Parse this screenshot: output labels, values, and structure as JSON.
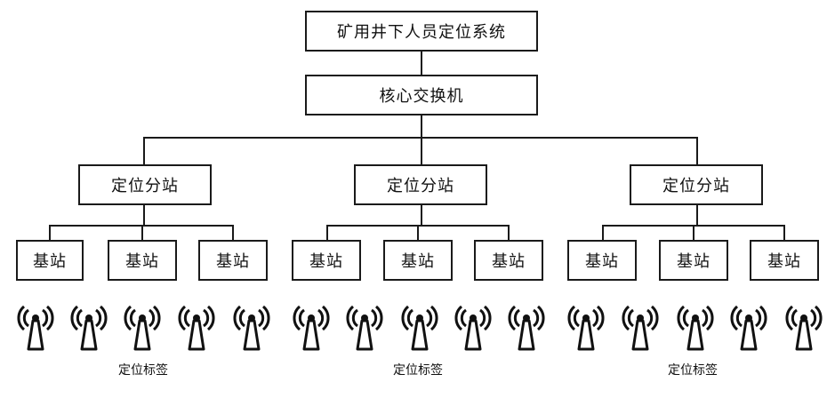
{
  "diagram": {
    "system_title": "矿用井下人员定位系统",
    "core_switch": "核心交换机",
    "groups": [
      {
        "substation": "定位分站",
        "base_stations": [
          "基站",
          "基站",
          "基站"
        ],
        "tag_label": "定位标签",
        "tag_count": 5
      },
      {
        "substation": "定位分站",
        "base_stations": [
          "基站",
          "基站",
          "基站"
        ],
        "tag_label": "定位标签",
        "tag_count": 5
      },
      {
        "substation": "定位分站",
        "base_stations": [
          "基站",
          "基站",
          "基站"
        ],
        "tag_label": "定位标签",
        "tag_count": 5
      }
    ],
    "icons": {
      "tag": "wireless-antenna-tower-icon"
    }
  }
}
